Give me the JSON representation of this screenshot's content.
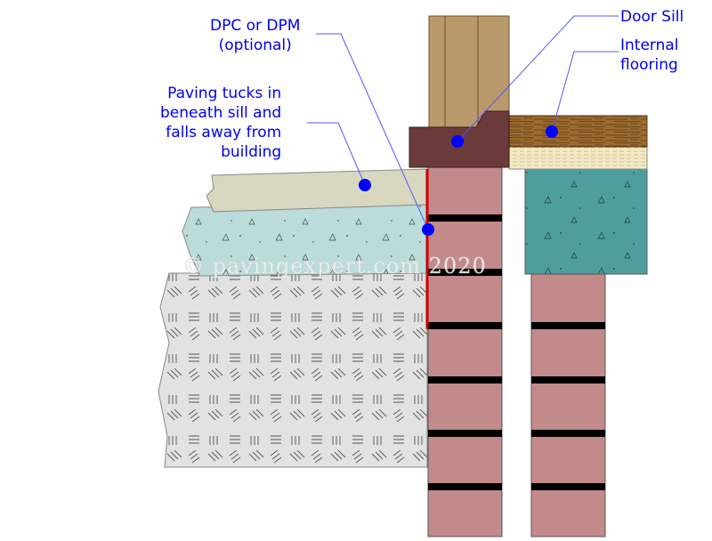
{
  "labels": {
    "dpc": "DPC or DPM\n(optional)",
    "door_sill": "Door Sill",
    "internal_flooring": "Internal\nflooring",
    "paving": "Paving tucks in\nbeneath sill and\nfalls away from\nbuilding"
  },
  "watermark": "© pavingexpert.com 2020",
  "colors": {
    "label_text": "#0000ee",
    "marker": "#0000ff",
    "leader_line": "#5555ff",
    "brick": "#c28a8a",
    "mortar": "#000000",
    "dpc_line": "#cc0000",
    "door": "#b99a6a",
    "sill": "#6b3b3b",
    "flooring": "#9c6b30",
    "screed": "#f3e9c4",
    "floor_slab": "#4f9e9e",
    "paving": "#d8d8c0",
    "bedding": "#bcdcdc",
    "subbase": "#e2e2e2"
  }
}
